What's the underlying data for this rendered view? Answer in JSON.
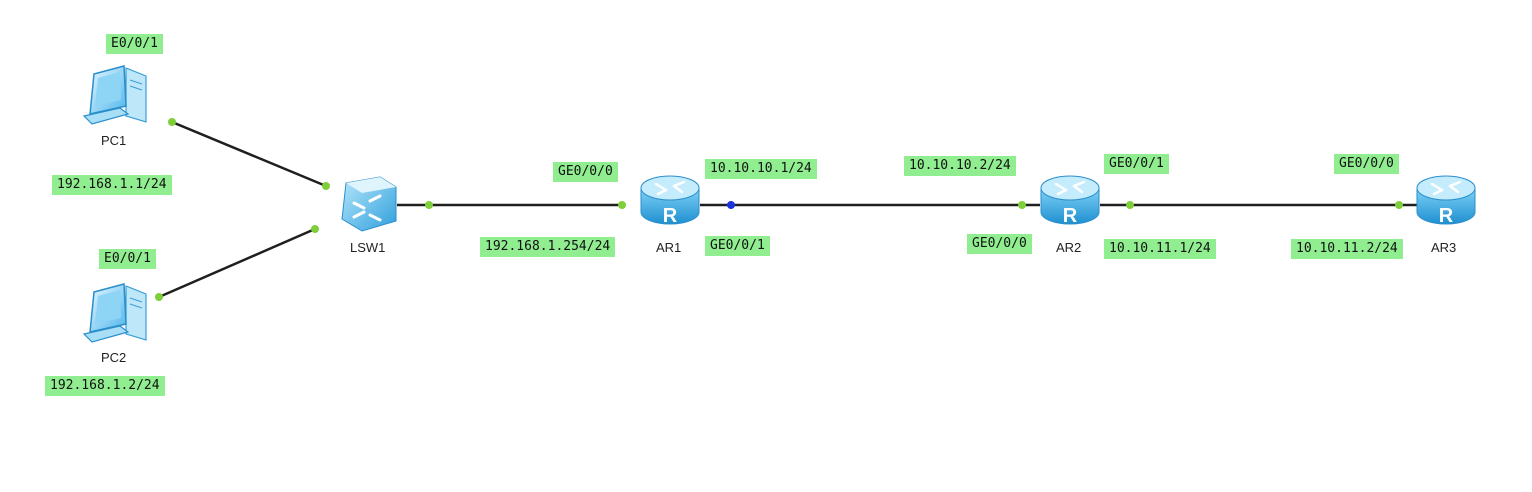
{
  "colors": {
    "label_bg": "#90ee90",
    "link": "#1f1f1f",
    "port_dot": "#7fcf3a",
    "port_dot_active": "#1a33e0",
    "router_fill": "#3fa8e0",
    "switch_fill": "#5cc3ee"
  },
  "devices": {
    "pc1": {
      "name": "PC1",
      "icon": "pc-icon"
    },
    "pc2": {
      "name": "PC2",
      "icon": "pc-icon"
    },
    "lsw1": {
      "name": "LSW1",
      "icon": "switch-icon"
    },
    "ar1": {
      "name": "AR1",
      "icon": "router-icon"
    },
    "ar2": {
      "name": "AR2",
      "icon": "router-icon"
    },
    "ar3": {
      "name": "AR3",
      "icon": "router-icon"
    }
  },
  "labels": {
    "pc1_port": "E0/0/1",
    "pc1_ip": "192.168.1.1/24",
    "pc2_port": "E0/0/1",
    "pc2_ip": "192.168.1.2/24",
    "ar1_g000": "GE0/0/0",
    "ar1_g000_ip": "192.168.1.254/24",
    "ar1_g001": "GE0/0/1",
    "ar1_g001_ip": "10.10.10.1/24",
    "ar2_g000": "GE0/0/0",
    "ar2_g000_ip": "10.10.10.2/24",
    "ar2_g001": "GE0/0/1",
    "ar2_g001_ip": "10.10.11.1/24",
    "ar3_g000": "GE0/0/0",
    "ar3_g000_ip": "10.10.11.2/24"
  }
}
